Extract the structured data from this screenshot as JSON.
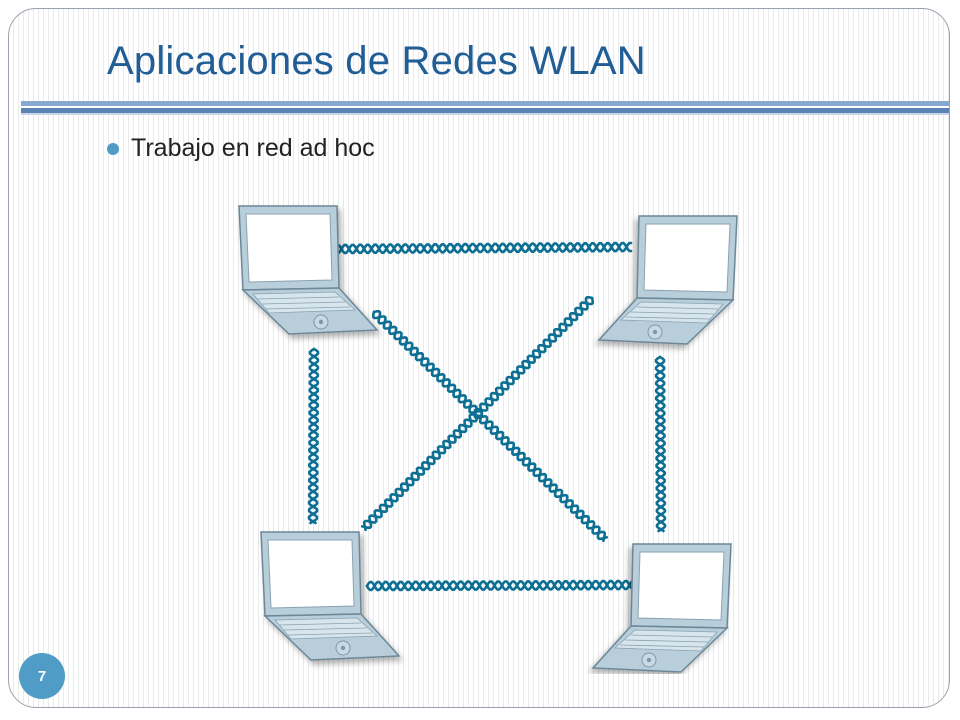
{
  "slide": {
    "title": "Aplicaciones de Redes WLAN",
    "bullets": [
      "Trabajo en red ad hoc"
    ],
    "page_number": "7"
  },
  "colors": {
    "title": "#215e96",
    "accent": "#4f9cc7",
    "link": "#0d6f93",
    "laptop_body": "#b8cfdb",
    "laptop_screen": "#ffffff"
  },
  "diagram": {
    "nodes": [
      "laptop-top-left",
      "laptop-top-right",
      "laptop-bottom-left",
      "laptop-bottom-right"
    ],
    "links": [
      [
        "laptop-top-left",
        "laptop-top-right"
      ],
      [
        "laptop-bottom-left",
        "laptop-bottom-right"
      ],
      [
        "laptop-top-left",
        "laptop-bottom-left"
      ],
      [
        "laptop-top-right",
        "laptop-bottom-right"
      ],
      [
        "laptop-top-left",
        "laptop-bottom-right"
      ],
      [
        "laptop-top-right",
        "laptop-bottom-left"
      ]
    ],
    "icons": [
      "laptop-icon",
      "wireless-link-icon"
    ]
  }
}
